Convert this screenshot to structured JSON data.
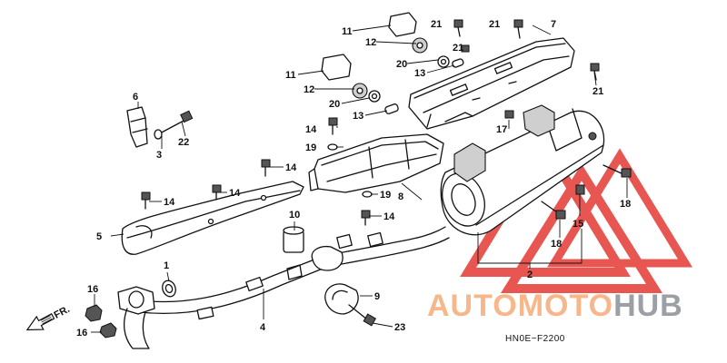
{
  "diagram": {
    "part_numbers": [
      "1",
      "2",
      "3",
      "4",
      "5",
      "6",
      "7",
      "8",
      "9",
      "10",
      "11",
      "11",
      "12",
      "12",
      "13",
      "13",
      "14",
      "14",
      "14",
      "14",
      "14",
      "15",
      "16",
      "16",
      "17",
      "18",
      "18",
      "19",
      "19",
      "20",
      "20",
      "21",
      "21",
      "21",
      "21",
      "22",
      "23"
    ],
    "figure_code": "HN0E−F2200",
    "direction_label": "FR."
  },
  "watermark": {
    "part_a": "AUTOMOTO",
    "part_b": "HUB",
    "color_a": "#f7b78a",
    "color_b": "#9aa0a6",
    "triangle_color": "#e53935"
  },
  "callouts": [
    {
      "id": "c1",
      "text": "1"
    },
    {
      "id": "c2",
      "text": "2"
    },
    {
      "id": "c3",
      "text": "3"
    },
    {
      "id": "c4",
      "text": "4"
    },
    {
      "id": "c5",
      "text": "5"
    },
    {
      "id": "c6",
      "text": "6"
    },
    {
      "id": "c7",
      "text": "7"
    },
    {
      "id": "c8",
      "text": "8"
    },
    {
      "id": "c9",
      "text": "9"
    },
    {
      "id": "c10",
      "text": "10"
    },
    {
      "id": "c11a",
      "text": "11"
    },
    {
      "id": "c11b",
      "text": "11"
    },
    {
      "id": "c12a",
      "text": "12"
    },
    {
      "id": "c12b",
      "text": "12"
    },
    {
      "id": "c13a",
      "text": "13"
    },
    {
      "id": "c13b",
      "text": "13"
    },
    {
      "id": "c14a",
      "text": "14"
    },
    {
      "id": "c14b",
      "text": "14"
    },
    {
      "id": "c14c",
      "text": "14"
    },
    {
      "id": "c14d",
      "text": "14"
    },
    {
      "id": "c14e",
      "text": "14"
    },
    {
      "id": "c15",
      "text": "15"
    },
    {
      "id": "c16a",
      "text": "16"
    },
    {
      "id": "c16b",
      "text": "16"
    },
    {
      "id": "c17",
      "text": "17"
    },
    {
      "id": "c18a",
      "text": "18"
    },
    {
      "id": "c18b",
      "text": "18"
    },
    {
      "id": "c19a",
      "text": "19"
    },
    {
      "id": "c19b",
      "text": "19"
    },
    {
      "id": "c20a",
      "text": "20"
    },
    {
      "id": "c20b",
      "text": "20"
    },
    {
      "id": "c21a",
      "text": "21"
    },
    {
      "id": "c21b",
      "text": "21"
    },
    {
      "id": "c21c",
      "text": "21"
    },
    {
      "id": "c21d",
      "text": "21"
    },
    {
      "id": "c22",
      "text": "22"
    },
    {
      "id": "c23",
      "text": "23"
    }
  ]
}
